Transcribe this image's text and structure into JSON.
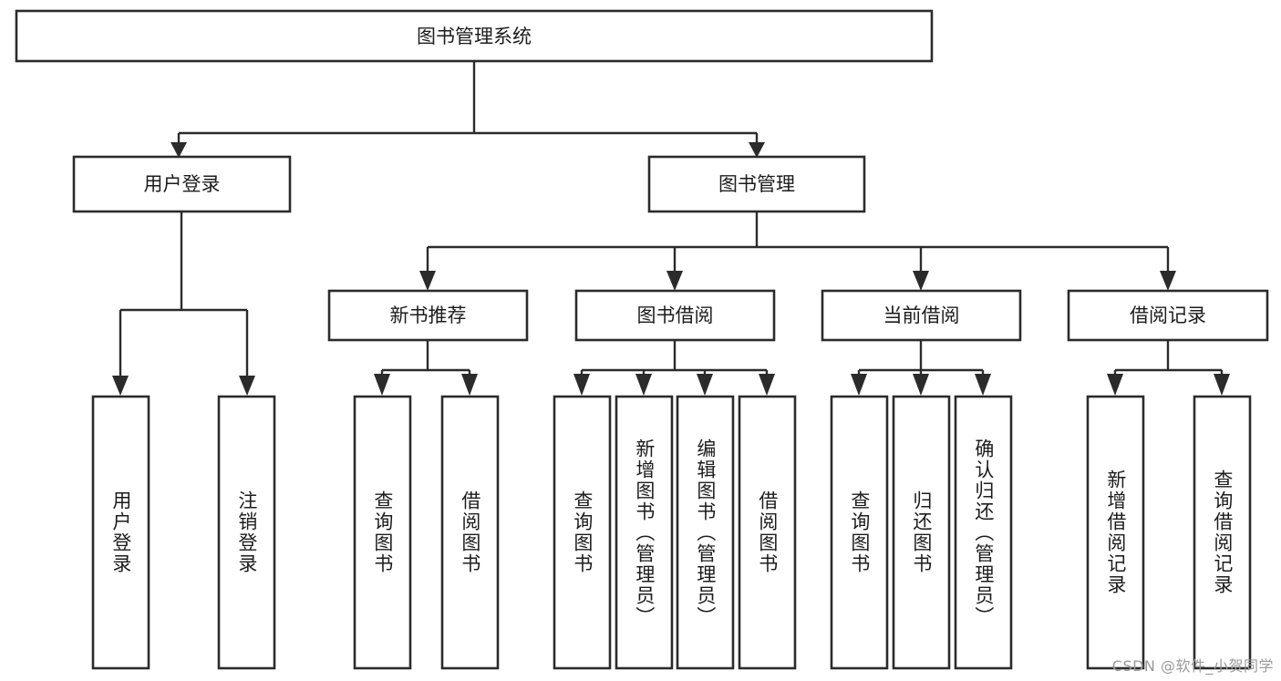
{
  "diagram": {
    "title": "图书管理系统",
    "type": "tree-hierarchy",
    "root": {
      "id": "root",
      "label": "图书管理系统",
      "orientation": "horizontal"
    },
    "level2": [
      {
        "id": "user-login",
        "label": "用户登录",
        "orientation": "horizontal"
      },
      {
        "id": "book-manage",
        "label": "图书管理",
        "orientation": "horizontal"
      }
    ],
    "level3": [
      {
        "id": "new-book-recommend",
        "label": "新书推荐",
        "parent": "book-manage",
        "orientation": "horizontal"
      },
      {
        "id": "book-borrow",
        "label": "图书借阅",
        "parent": "book-manage",
        "orientation": "horizontal"
      },
      {
        "id": "current-borrow",
        "label": "当前借阅",
        "parent": "book-manage",
        "orientation": "horizontal"
      },
      {
        "id": "borrow-record",
        "label": "借阅记录",
        "parent": "book-manage",
        "orientation": "horizontal"
      }
    ],
    "leaves": [
      {
        "id": "leaf-user-login",
        "label": "用户登录",
        "parent": "user-login",
        "orientation": "vertical"
      },
      {
        "id": "leaf-logout-login",
        "label": "注销登录",
        "parent": "user-login",
        "orientation": "vertical"
      },
      {
        "id": "leaf-query-book-1",
        "label": "查询图书",
        "parent": "new-book-recommend",
        "orientation": "vertical"
      },
      {
        "id": "leaf-borrow-book-1",
        "label": "借阅图书",
        "parent": "new-book-recommend",
        "orientation": "vertical"
      },
      {
        "id": "leaf-query-book-2",
        "label": "查询图书",
        "parent": "book-borrow",
        "orientation": "vertical"
      },
      {
        "id": "leaf-add-book",
        "label": "新增图书（管理员）",
        "parent": "book-borrow",
        "orientation": "vertical"
      },
      {
        "id": "leaf-edit-book",
        "label": "编辑图书（管理员）",
        "parent": "book-borrow",
        "orientation": "vertical"
      },
      {
        "id": "leaf-borrow-book-2",
        "label": "借阅图书",
        "parent": "book-borrow",
        "orientation": "vertical"
      },
      {
        "id": "leaf-query-book-3",
        "label": "查询图书",
        "parent": "current-borrow",
        "orientation": "vertical"
      },
      {
        "id": "leaf-return-book",
        "label": "归还图书",
        "parent": "current-borrow",
        "orientation": "vertical"
      },
      {
        "id": "leaf-confirm-return",
        "label": "确认归还（管理员）",
        "parent": "current-borrow",
        "orientation": "vertical"
      },
      {
        "id": "leaf-add-record",
        "label": "新增借阅记录",
        "parent": "borrow-record",
        "orientation": "vertical"
      },
      {
        "id": "leaf-query-record",
        "label": "查询借阅记录",
        "parent": "borrow-record",
        "orientation": "vertical"
      }
    ],
    "colors": {
      "background": "#ffffff",
      "box_fill": "#ffffff",
      "box_stroke": "#2b2b2b",
      "connector": "#2b2b2b",
      "text": "#1c1c1c",
      "watermark": "#9a9a9a"
    }
  },
  "watermark": {
    "text": "CSDN @软件_小贺同学"
  }
}
